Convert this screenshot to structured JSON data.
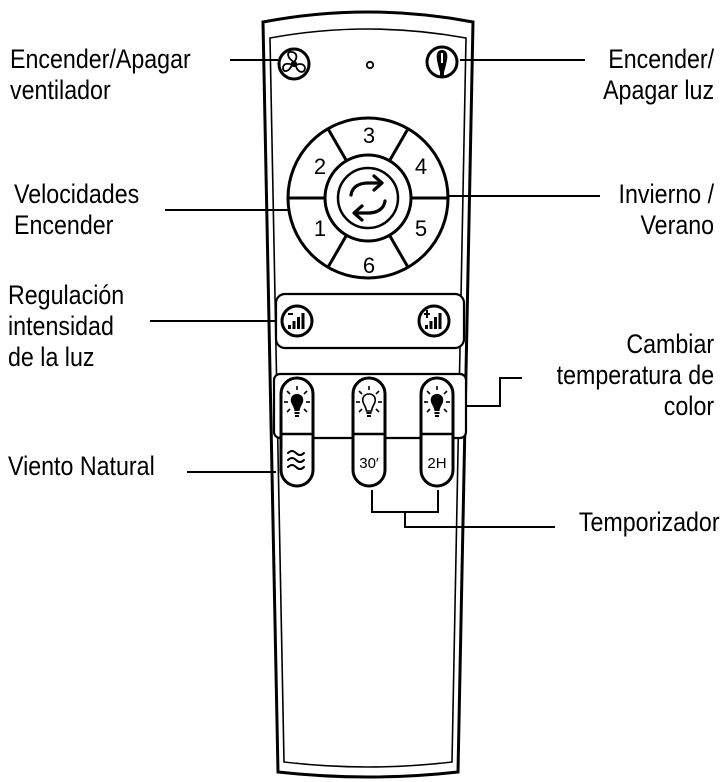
{
  "labels": {
    "fan_power": [
      "Encender/Apagar",
      "ventilador"
    ],
    "light_power": [
      "Encender/",
      "Apagar luz"
    ],
    "speeds": [
      "Velocidades",
      "Encender"
    ],
    "winter_summer": [
      "Invierno /",
      "Verano"
    ],
    "light_dimming": [
      "Regulación",
      "intensidad",
      "de la luz"
    ],
    "color_temperature": [
      "Cambiar",
      "temperatura de",
      "color"
    ],
    "natural_wind": [
      "Viento Natural"
    ],
    "timer": [
      "Temporizador"
    ]
  },
  "buttons": {
    "speed_numbers": [
      "1",
      "2",
      "3",
      "4",
      "5",
      "6"
    ],
    "timer_30": "30′",
    "timer_2h": "2H"
  },
  "icons": {
    "fan_power": "fan-icon",
    "light_power": "light-bulb-power-icon",
    "reverse": "reverse-arrows-icon",
    "dim_down": "dim-down-icon",
    "dim_up": "dim-up-icon",
    "bulb_warm": "bulb-filled-icon",
    "bulb_neutral": "bulb-outline-icon",
    "bulb_cool": "bulb-filled-icon",
    "wind": "wind-waves-icon"
  },
  "colors": {
    "ink": "#000000",
    "background": "#ffffff"
  }
}
